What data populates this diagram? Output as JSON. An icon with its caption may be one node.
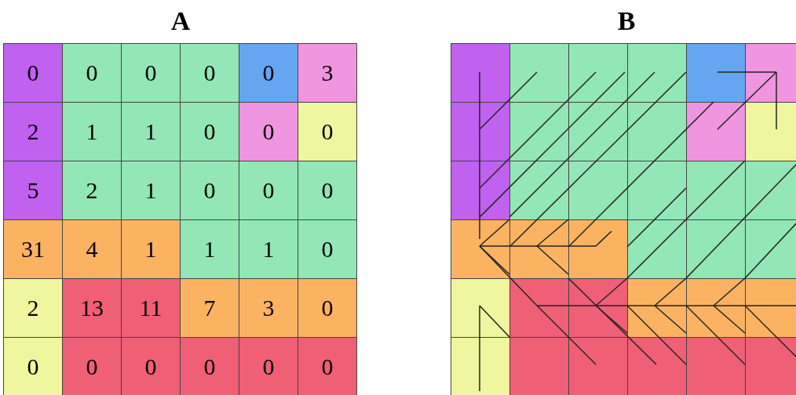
{
  "diagram": {
    "labels": [
      "A",
      "B",
      "0",
      "0",
      "0",
      "0",
      "0",
      "3",
      "2",
      "1",
      "1",
      "0",
      "0",
      "0",
      "5",
      "2",
      "1",
      "0",
      "0",
      "0",
      "31",
      "4",
      "1",
      "1",
      "1",
      "0",
      "2",
      "13",
      "11",
      "7",
      "3",
      "0",
      "0",
      "0",
      "0",
      "0",
      "0",
      "0"
    ]
  }
}
